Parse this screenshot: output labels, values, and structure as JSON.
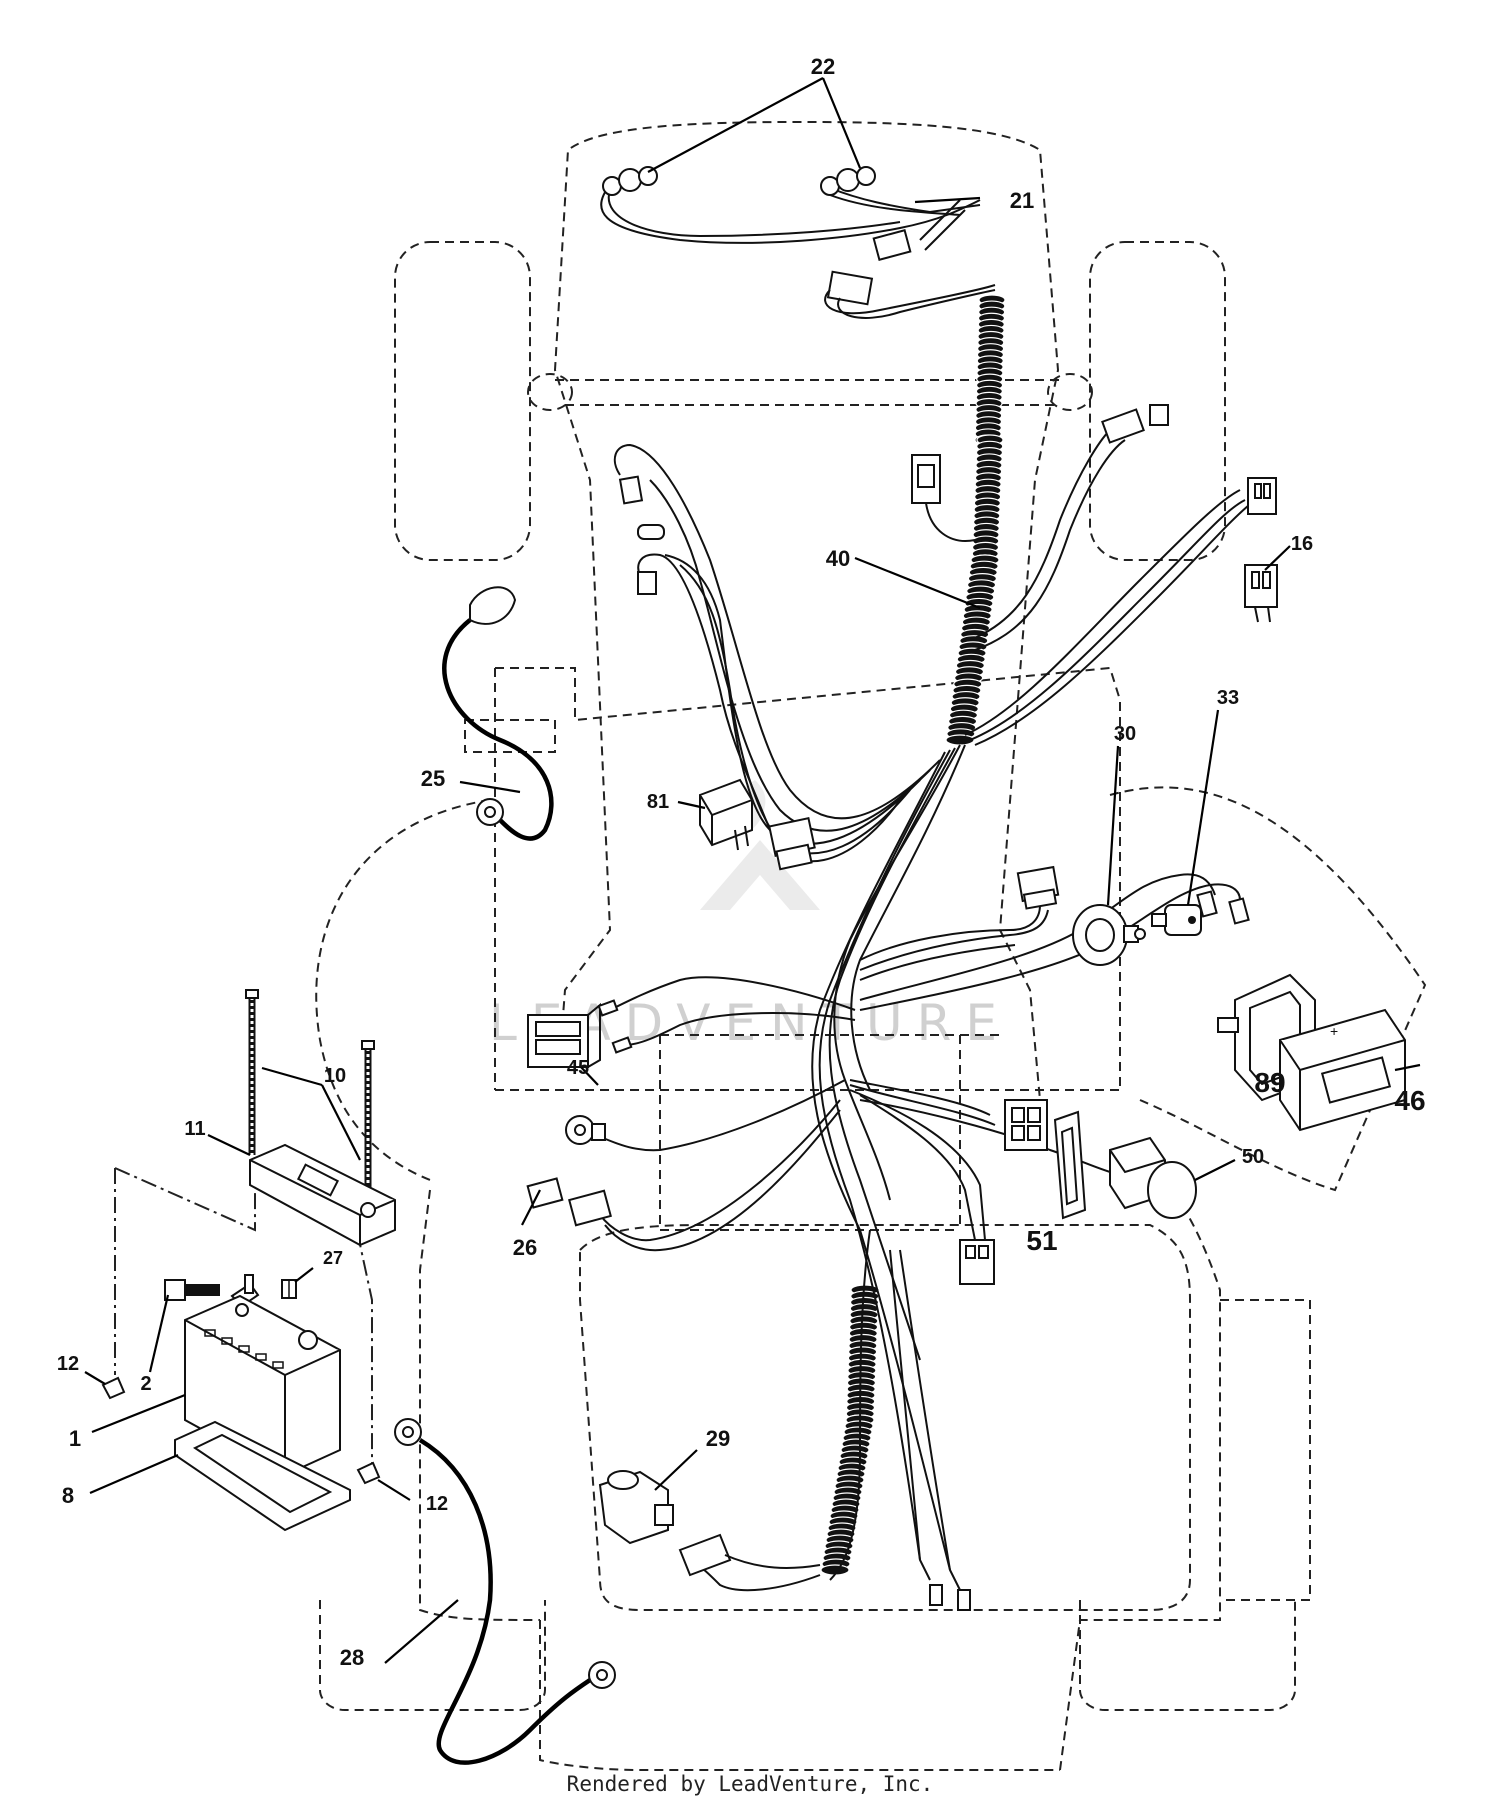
{
  "footer": "Rendered by LeadVenture, Inc.",
  "watermark": "LEADVENTURE",
  "callouts": [
    {
      "id": "22",
      "size": "normal"
    },
    {
      "id": "21",
      "size": "normal"
    },
    {
      "id": "40",
      "size": "normal"
    },
    {
      "id": "16",
      "size": "normal"
    },
    {
      "id": "25",
      "size": "normal"
    },
    {
      "id": "33",
      "size": "normal"
    },
    {
      "id": "30",
      "size": "normal"
    },
    {
      "id": "81",
      "size": "normal"
    },
    {
      "id": "89",
      "size": "large"
    },
    {
      "id": "46",
      "size": "large"
    },
    {
      "id": "45",
      "size": "normal"
    },
    {
      "id": "10",
      "size": "normal"
    },
    {
      "id": "11",
      "size": "normal"
    },
    {
      "id": "50",
      "size": "normal"
    },
    {
      "id": "51",
      "size": "large"
    },
    {
      "id": "26",
      "size": "normal"
    },
    {
      "id": "27",
      "size": "normal"
    },
    {
      "id": "12",
      "size": "normal"
    },
    {
      "id": "2",
      "size": "normal"
    },
    {
      "id": "1",
      "size": "normal"
    },
    {
      "id": "8",
      "size": "normal"
    },
    {
      "id": "12",
      "size": "normal"
    },
    {
      "id": "29",
      "size": "normal"
    },
    {
      "id": "28",
      "size": "normal"
    }
  ]
}
